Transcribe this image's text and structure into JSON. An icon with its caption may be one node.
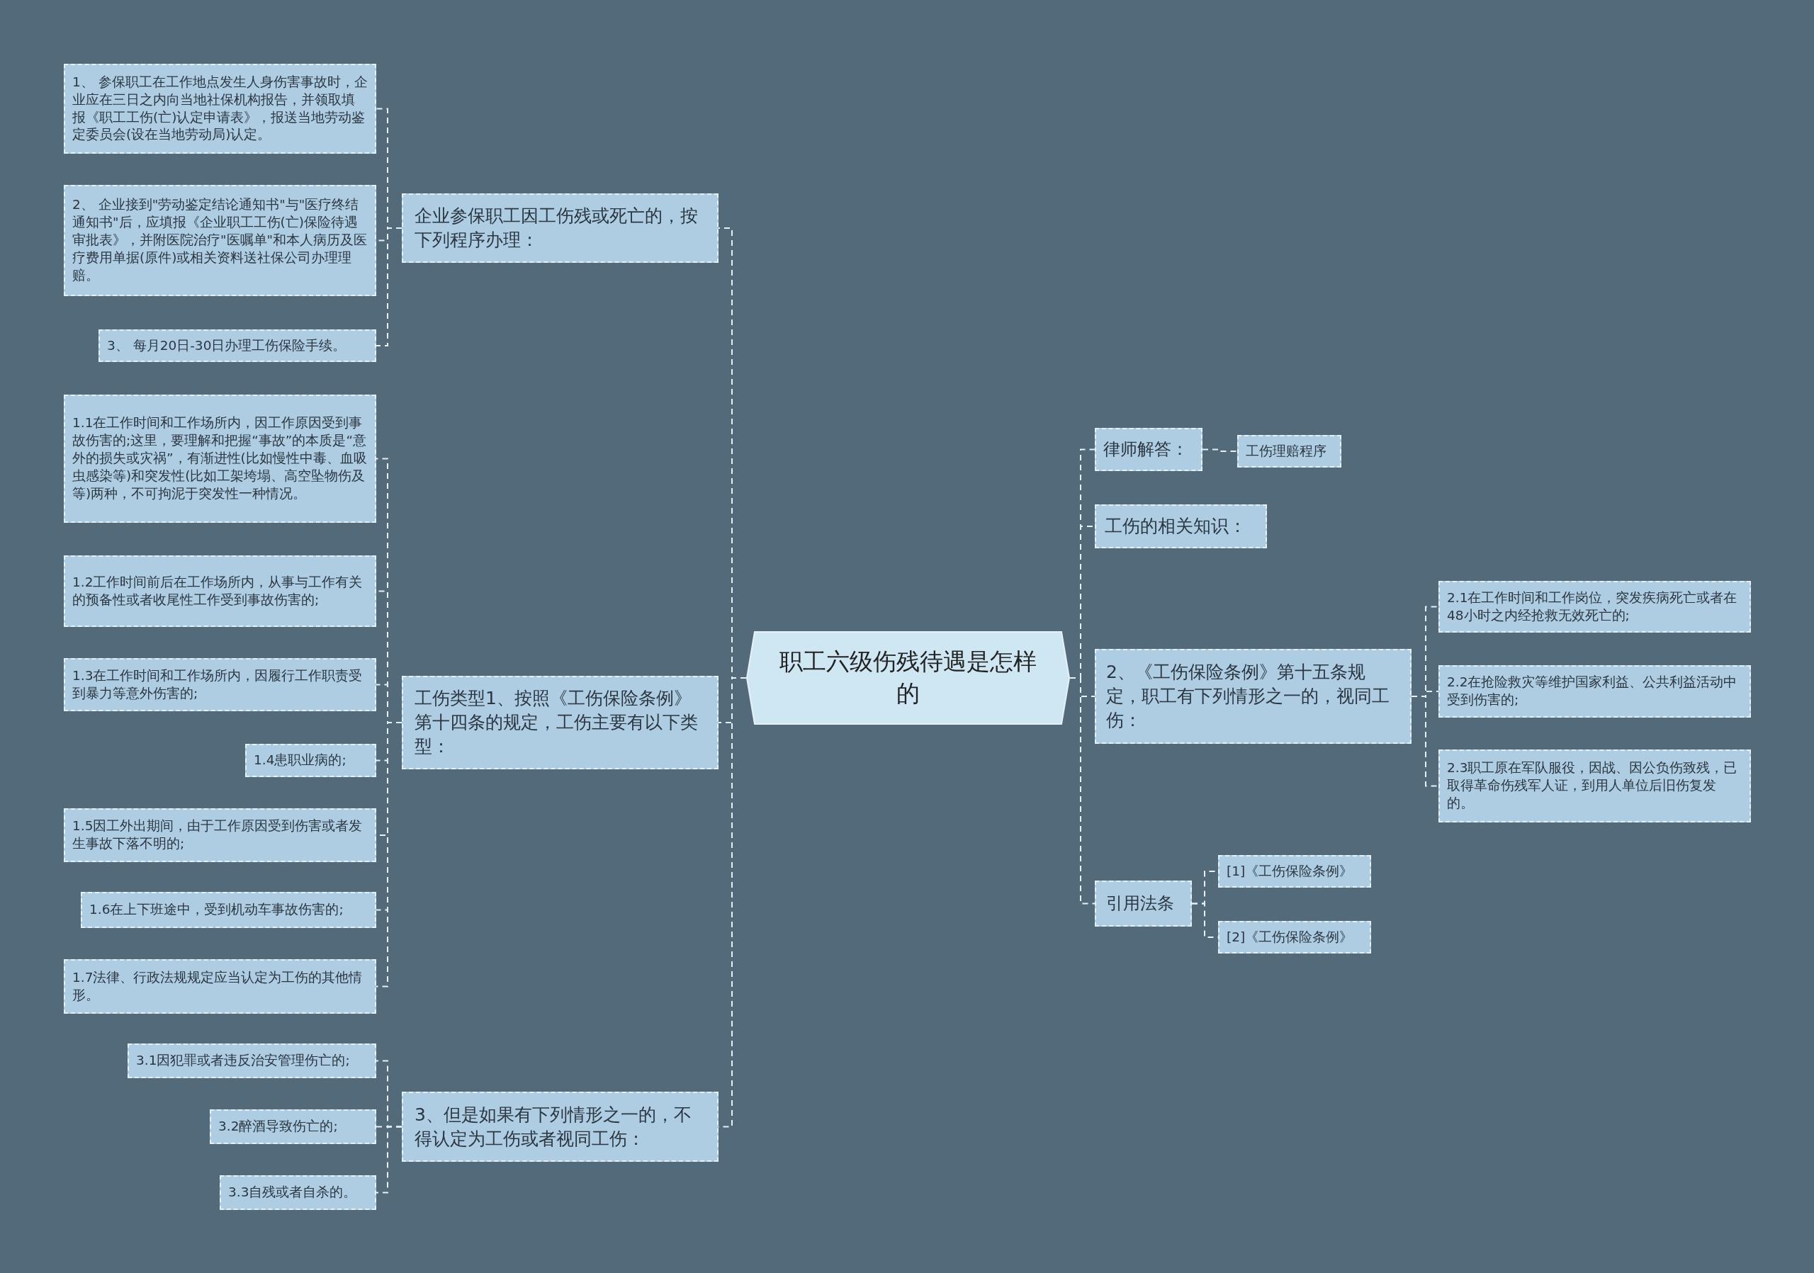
{
  "diagram": {
    "nodes": [
      {
        "text": [
          "职工六级伤残待遇是怎样的"
        ]
      },
      {
        "text": [
          "企业参保职工因工伤残或死亡的，按下列程序办理："
        ]
      },
      {
        "text": [
          "1、 参保职工在工作地点发生人身伤害事故时，企业应在三日之内向当地社保机构报告，并领取填报《职工工伤(亡)认定申请表》，报送当地劳动鉴定委员会(设在当地劳动局)认定。"
        ]
      },
      {
        "text": [
          "2、 企业接到\"劳动鉴定结论通知书\"与\"医疗终结通知书\"后，应填报《企业职工工伤(亡)保险待遇审批表》，并附医院治疗\"医嘱单\"和本人病历及医疗费用单据(原件)或相关资料送社保公司办理理赔。"
        ]
      },
      {
        "text": [
          "3、 每月20日-30日办理工伤保险手续。"
        ]
      },
      {
        "text": [
          "工伤类型1、按照《工伤保险条例》第十四条的规定，工伤主要有以下类型："
        ]
      },
      {
        "text": [
          "1.1在工作时间和工作场所内，因工作原因受到事故伤害的;这里，要理解和把握“事故”的本质是“意外的损失或灾祸”，有渐进性(比如慢性中毒、血吸虫感染等)和突发性(比如工架垮塌、高空坠物伤及等)两种，不可拘泥于突发性一种情况。"
        ]
      },
      {
        "text": [
          "1.2工作时间前后在工作场所内，从事与工作有关的预备性或者收尾性工作受到事故伤害的;"
        ]
      },
      {
        "text": [
          "1.3在工作时间和工作场所内，因履行工作职责受到暴力等意外伤害的;"
        ]
      },
      {
        "text": [
          "1.4患职业病的;"
        ]
      },
      {
        "text": [
          "1.5因工外出期间，由于工作原因受到伤害或者发生事故下落不明的;"
        ]
      },
      {
        "text": [
          "1.6在上下班途中，受到机动车事故伤害的;"
        ]
      },
      {
        "text": [
          "1.7法律、行政法规规定应当认定为工伤的其他情形。"
        ]
      },
      {
        "text": [
          "3、但是如果有下列情形之一的，不得认定为工伤或者视同工伤："
        ]
      },
      {
        "text": [
          "3.1因犯罪或者违反治安管理伤亡的;"
        ]
      },
      {
        "text": [
          "3.2醉酒导致伤亡的;"
        ]
      },
      {
        "text": [
          "3.3自残或者自杀的。"
        ]
      },
      {
        "text": [
          "律师解答："
        ]
      },
      {
        "text": [
          "工伤理赔程序"
        ]
      },
      {
        "text": [
          "工伤的相关知识："
        ]
      },
      {
        "text": [
          "2、《工伤保险条例》第十五条规定，职工有下列情形之一的，视同工伤："
        ]
      },
      {
        "text": [
          "2.1在工作时间和工作岗位，突发疾病死亡或者在48小时之内经抢救无效死亡的;"
        ]
      },
      {
        "text": [
          "2.2在抢险救灾等维护国家利益、公共利益活动中受到伤害的;"
        ]
      },
      {
        "text": [
          "2.3职工原在军队服役，因战、因公负伤致残，已取得革命伤残军人证，到用人单位后旧伤复发的。"
        ]
      },
      {
        "text": [
          "引用法条"
        ]
      },
      {
        "text": [
          "[1]《工伤保险条例》"
        ]
      },
      {
        "text": [
          "[2]《工伤保险条例》"
        ]
      }
    ],
    "edges": [
      {
        "from": 0,
        "to": 1,
        "arrow": "none"
      },
      {
        "from": 1,
        "to": 2,
        "arrow": "none"
      },
      {
        "from": 1,
        "to": 3,
        "arrow": "none"
      },
      {
        "from": 1,
        "to": 4,
        "arrow": "none"
      },
      {
        "from": 0,
        "to": 5,
        "arrow": "none"
      },
      {
        "from": 5,
        "to": 6,
        "arrow": "none"
      },
      {
        "from": 5,
        "to": 7,
        "arrow": "none"
      },
      {
        "from": 5,
        "to": 8,
        "arrow": "none"
      },
      {
        "from": 5,
        "to": 9,
        "arrow": "none"
      },
      {
        "from": 5,
        "to": 10,
        "arrow": "none"
      },
      {
        "from": 5,
        "to": 11,
        "arrow": "none"
      },
      {
        "from": 5,
        "to": 12,
        "arrow": "none"
      },
      {
        "from": 0,
        "to": 13,
        "arrow": "none"
      },
      {
        "from": 13,
        "to": 14,
        "arrow": "none"
      },
      {
        "from": 13,
        "to": 15,
        "arrow": "none"
      },
      {
        "from": 13,
        "to": 16,
        "arrow": "none"
      },
      {
        "from": 0,
        "to": 17,
        "arrow": "none"
      },
      {
        "from": 17,
        "to": 18,
        "arrow": "none"
      },
      {
        "from": 0,
        "to": 19,
        "arrow": "none"
      },
      {
        "from": 0,
        "to": 20,
        "arrow": "none"
      },
      {
        "from": 20,
        "to": 21,
        "arrow": "none"
      },
      {
        "from": 20,
        "to": 22,
        "arrow": "none"
      },
      {
        "from": 20,
        "to": 23,
        "arrow": "none"
      },
      {
        "from": 0,
        "to": 24,
        "arrow": "none"
      },
      {
        "from": 24,
        "to": 25,
        "arrow": "none"
      },
      {
        "from": 24,
        "to": 26,
        "arrow": "none"
      }
    ]
  }
}
